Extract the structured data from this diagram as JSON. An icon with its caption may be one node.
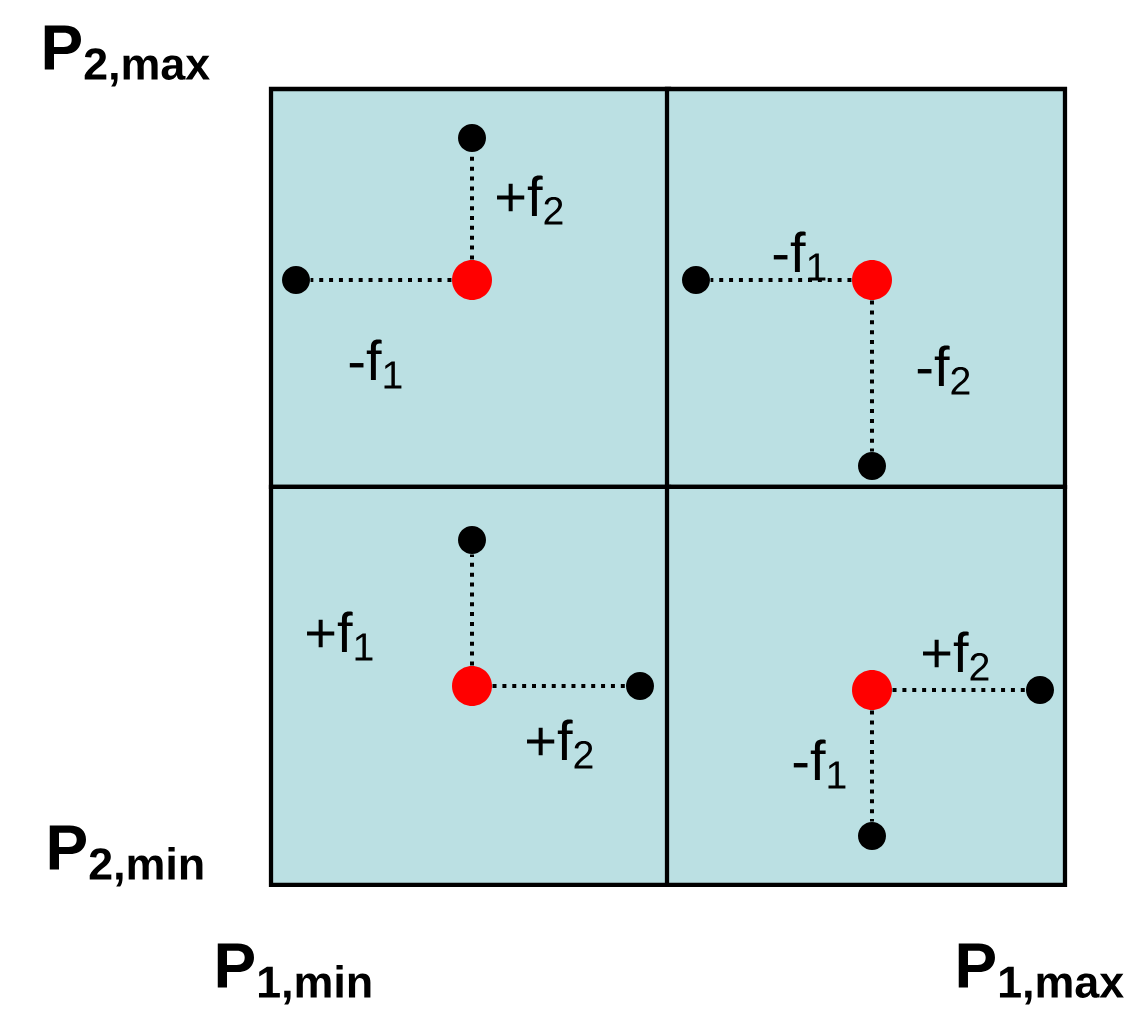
{
  "diagram": {
    "nodes": [
      {
        "text": [],
        "shape": "box"
      },
      {
        "text": [],
        "shape": "box"
      },
      {
        "text": [],
        "shape": "box"
      },
      {
        "text": [],
        "shape": "box"
      },
      {
        "text": [],
        "shape": "circle",
        "in": 0
      },
      {
        "text": [],
        "shape": "circle",
        "in": 0
      },
      {
        "text": [],
        "shape": "circle",
        "in": 0
      },
      {
        "text": [],
        "shape": "circle",
        "in": 1
      },
      {
        "text": [],
        "shape": "circle",
        "in": 1
      },
      {
        "text": [],
        "shape": "circle",
        "in": 1
      },
      {
        "text": [],
        "shape": "circle",
        "in": 2
      },
      {
        "text": [],
        "shape": "circle",
        "in": 2
      },
      {
        "text": [],
        "shape": "circle",
        "in": 2
      },
      {
        "text": [],
        "shape": "circle",
        "in": 3
      },
      {
        "text": [],
        "shape": "circle",
        "in": 3
      },
      {
        "text": [],
        "shape": "circle",
        "in": 3
      }
    ],
    "edges": [
      {
        "from": 4,
        "to": 5,
        "arrow": "none",
        "label": "+f$_{2}$"
      },
      {
        "from": 4,
        "to": 6,
        "arrow": "none",
        "label": "-f$_{1}$"
      },
      {
        "from": 7,
        "to": 8,
        "arrow": "none",
        "label": "-f$_{1}$"
      },
      {
        "from": 7,
        "to": 9,
        "arrow": "none",
        "label": "-f$_{2}$"
      },
      {
        "from": 10,
        "to": 11,
        "arrow": "none",
        "label": "+f$_{1}$"
      },
      {
        "from": 10,
        "to": 12,
        "arrow": "none",
        "label": "+f$_{2}$"
      },
      {
        "from": 13,
        "to": 14,
        "arrow": "none",
        "label": "+f$_{2}$"
      },
      {
        "from": 13,
        "to": 15,
        "arrow": "none",
        "label": "-f$_{1}$"
      }
    ],
    "labels": [
      "P$_{2,max}$",
      "P$_{2,min}$",
      "P$_{1,min}$",
      "P$_{1,max}$"
    ]
  }
}
